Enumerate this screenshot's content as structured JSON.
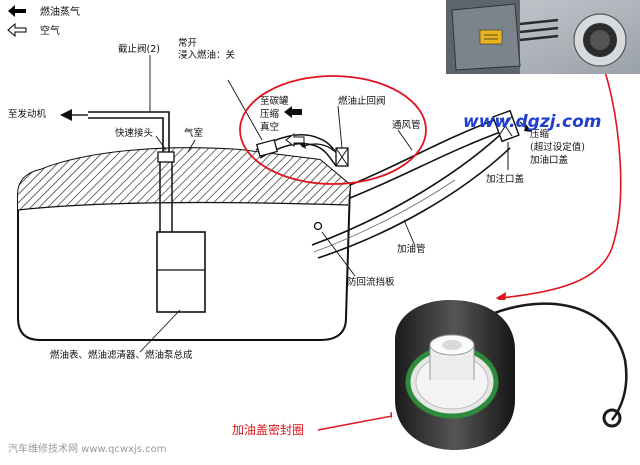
{
  "legend": {
    "items": [
      {
        "label": "燃油蒸气",
        "icon": "solid-left-arrow-icon"
      },
      {
        "label": "空气",
        "icon": "hollow-left-arrow-icon"
      }
    ]
  },
  "labels": {
    "shutoff_valve": "截止阀(2)",
    "normally_open": "常开",
    "immersed_fuel": "浸入燃油：关",
    "to_engine": "至发动机",
    "quick_connector": "快速接头",
    "air_chamber": "气室",
    "canister_1": "至碳罐",
    "canister_2": "压缩",
    "canister_3": "真空",
    "check_valve": "燃油止回阀",
    "vent_pipe": "通风管",
    "cap_1": "压缩",
    "cap_2": "(超过设定值)",
    "cap_3": "加油口盖",
    "filler_cap": "加注口盖",
    "filler_pipe": "加油管",
    "backflow_baffle": "防回流挡板",
    "pump_assembly": "燃油表、燃油滤清器、燃油泵总成",
    "seal_caption": "加油盖密封圈"
  },
  "watermarks": {
    "site_url": "www.dgzj.com",
    "bottom_left": "汽车维修技术网 www.qcwxjs.com"
  },
  "colors": {
    "annotation_red": "#e0141e",
    "url_blue": "#1f3fd1",
    "seal_green": "#2e8b3c"
  }
}
